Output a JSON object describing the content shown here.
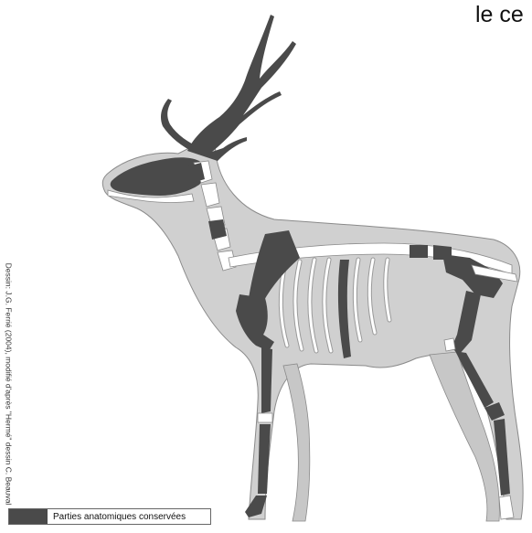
{
  "title": "le ce",
  "credit": "Dessin: J.G. Ferrié (2004), modifié d'après \"Hermé\" dessin C. Beauval",
  "legend": {
    "label": "Parties anatomiques conservées",
    "swatch_color": "#4a4a4a"
  },
  "colors": {
    "body": "#d0d0d0",
    "bone": "#ffffff",
    "preserved": "#4a4a4a",
    "outline": "#8a8a8a"
  }
}
